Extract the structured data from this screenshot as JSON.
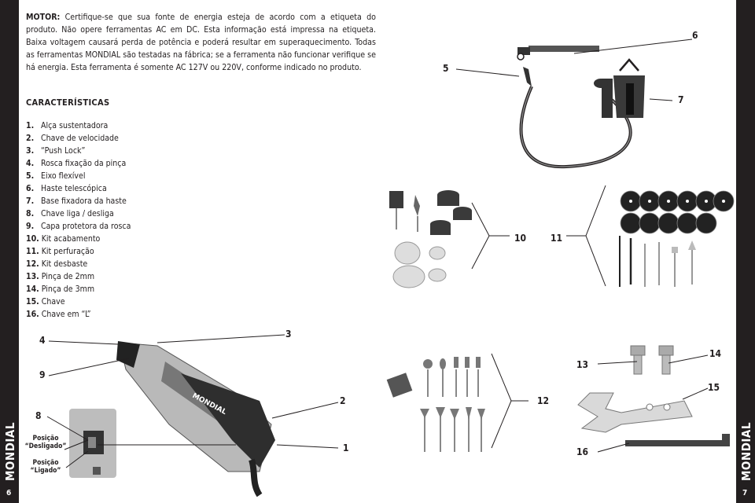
{
  "brand": "MONDIAL",
  "page_numbers": {
    "left": "6",
    "right": "7"
  },
  "motor": {
    "label": "MOTOR:",
    "text": " Certifique-se que sua fonte de energia esteja de acordo com a etiqueta do produto. Não opere ferramentas AC em DC. Esta informação está impressa na etiqueta. Baixa voltagem causará perda de potência e poderá resultar em superaquecimento. Todas as ferramentas MONDIAL são testadas na fábrica; se a ferramenta não funcionar verifique se há energia. Esta ferramenta é somente AC 127V ou 220V, conforme indicado no produto."
  },
  "features_title": "CARACTERÍSTICAS",
  "features": [
    {
      "n": "1.",
      "label": "Alça sustentadora"
    },
    {
      "n": "2.",
      "label": "Chave de velocidade"
    },
    {
      "n": "3.",
      "label": "“Push Lock”"
    },
    {
      "n": "4.",
      "label": "Rosca fixação da pinça"
    },
    {
      "n": "5.",
      "label": "Eixo flexível"
    },
    {
      "n": "6.",
      "label": "Haste telescópica"
    },
    {
      "n": "7.",
      "label": "Base fixadora da haste"
    },
    {
      "n": "8.",
      "label": "Chave liga / desliga"
    },
    {
      "n": "9.",
      "label": "Capa protetora da rosca"
    },
    {
      "n": "10.",
      "label": "Kit acabamento"
    },
    {
      "n": "11.",
      "label": "Kit perfuração"
    },
    {
      "n": "12.",
      "label": "Kit desbaste"
    },
    {
      "n": "13.",
      "label": "Pinça de 2mm"
    },
    {
      "n": "14.",
      "label": "Pinça de 3mm"
    },
    {
      "n": "15.",
      "label": "Chave"
    },
    {
      "n": "16.",
      "label": "Chave em “L”"
    }
  ],
  "callouts": {
    "c1": "1",
    "c2": "2",
    "c3": "3",
    "c4": "4",
    "c5": "5",
    "c6": "6",
    "c7": "7",
    "c8": "8",
    "c9": "9",
    "c10": "10",
    "c11": "11",
    "c12": "12",
    "c13": "13",
    "c14": "14",
    "c15": "15",
    "c16": "16"
  },
  "positions": {
    "off": "Posição “Desligado”",
    "on": "Posição “Ligado”"
  },
  "tool_brand": "MONDIAL"
}
